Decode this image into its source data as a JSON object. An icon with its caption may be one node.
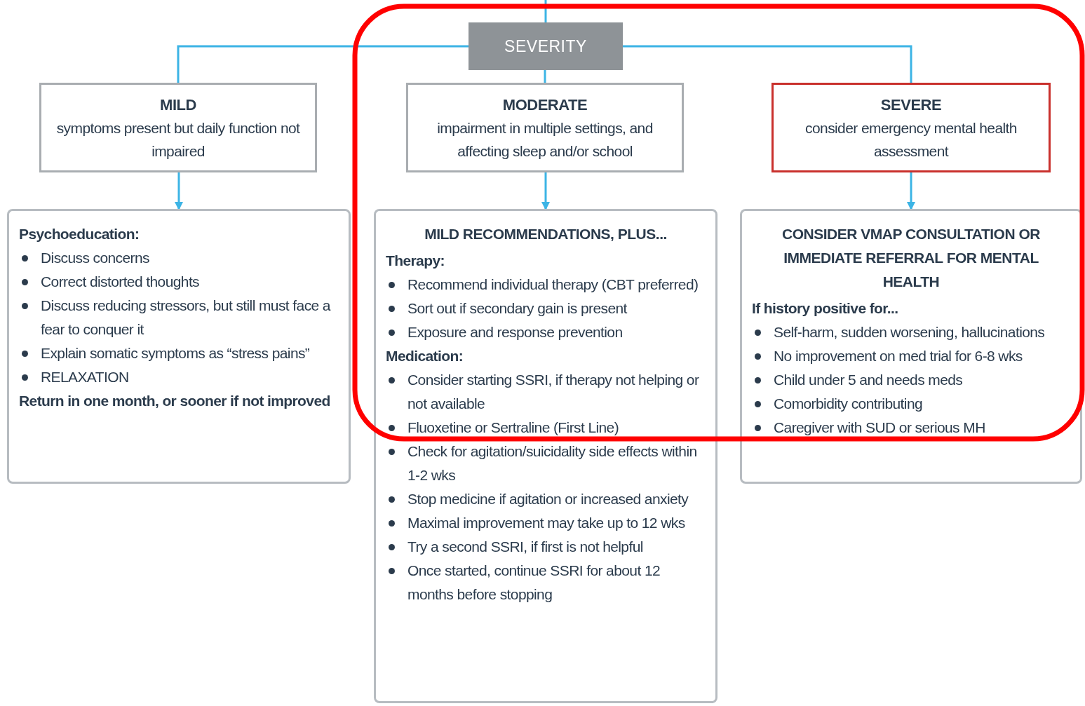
{
  "diagram": {
    "nodes": [
      {
        "text": [
          "SEVERITY"
        ]
      },
      {
        "text": [
          "MILD",
          "symptoms present but daily function not impaired"
        ]
      },
      {
        "text": [
          "MODERATE",
          "impairment in multiple settings, and affecting sleep and/or school"
        ]
      },
      {
        "text": [
          "SEVERE",
          "consider emergency mental health assessment"
        ]
      },
      {
        "text": [
          "Psychoeducation:",
          "Discuss concerns",
          "Correct distorted thoughts",
          "Discuss reducing stressors, but still must face a fear to conquer it",
          "Explain somatic symptoms as “stress pains”",
          "RELAXATION",
          "Return in one month, or sooner if not improved"
        ]
      },
      {
        "text": [
          "MILD RECOMMENDATIONS, PLUS...",
          "Therapy:",
          "Recommend individual therapy (CBT preferred)",
          "Sort out if secondary gain is present",
          "Exposure and response prevention",
          "Medication:",
          "Consider starting SSRI, if therapy not helping or not available",
          "Fluoxetine or Sertraline (First Line)",
          "Check for agitation/suicidality side effects within 1-2 wks",
          "Stop medicine if agitation or increased anxiety",
          "Maximal improvement may take up to 12 wks",
          "Try a second SSRI, if first is not helpful",
          "Once started, continue SSRI for about 12 months before stopping"
        ]
      },
      {
        "text": [
          "CONSIDER VMAP CONSULTATION OR IMMEDIATE REFERRAL FOR MENTAL HEALTH",
          "If history positive for...",
          "Self-harm, sudden worsening, hallucinations",
          "No improvement on med trial for 6-8 wks",
          "Child under 5 and needs meds",
          "Comorbidity contributing",
          "Caregiver with SUD or serious MH"
        ]
      }
    ],
    "edges": [
      {
        "from": null,
        "to": 0,
        "arrow": "none"
      },
      {
        "from": 0,
        "to": 1,
        "arrow": "none"
      },
      {
        "from": 0,
        "to": 2,
        "arrow": "none"
      },
      {
        "from": 0,
        "to": 3,
        "arrow": "none"
      },
      {
        "from": 1,
        "to": 4,
        "arrow": "to"
      },
      {
        "from": 2,
        "to": 5,
        "arrow": "to"
      },
      {
        "from": 3,
        "to": 6,
        "arrow": "to"
      }
    ]
  }
}
